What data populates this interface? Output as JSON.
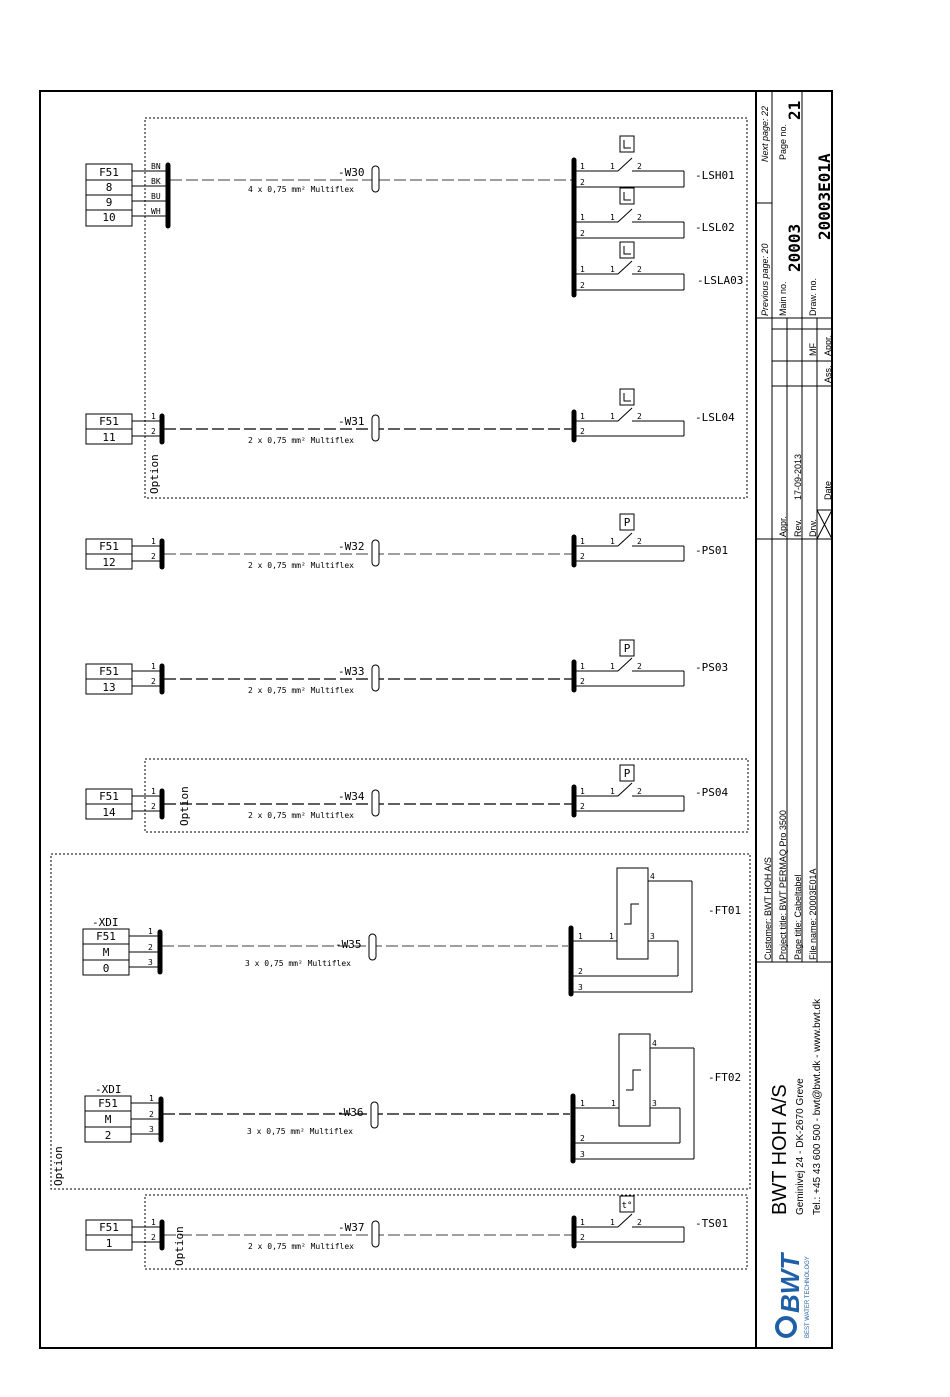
{
  "title_block": {
    "next_page": "Next page: 22",
    "page_no_label": "Page no.",
    "page_no": "21",
    "previous_page": "Previous page: 20",
    "main_no_label": "Main no.",
    "main_no": "20003",
    "draw_no_label": "Draw. no.",
    "draw_no": "20003E01A",
    "mf": "MF",
    "appr": "Appr.",
    "ass": "Ass.",
    "appr2": "Appr.",
    "date_value": "17-09-2013",
    "rev": "Rev.",
    "drw": "Drw.",
    "date_label": "Date",
    "customer": "Customer: BWT HOH A/S",
    "project_title": "Project title: BWT PERMAQ Pro 3500",
    "page_title": "Page title: Cabeltabel",
    "file_name": "File name: 20003E01A",
    "company": "BWT HOH A/S",
    "address": "Geminivej 24 - DK-2670 Greve",
    "contact": "Tel.: +45 43 600 500 - bwt@bwt.dk - www.bwt.dk",
    "logo_text": "BWT",
    "logo_tagline": "BEST WATER TECHNOLOGY"
  },
  "option_label": "Option",
  "circuits": [
    {
      "name": "w30",
      "terminal_lines": [
        "F51",
        "8",
        "9",
        "10"
      ],
      "cores": [
        "BN",
        "BK",
        "BU",
        "WH"
      ],
      "cable": "-W30",
      "spec": "4 x 0,75 mm² Multiflex",
      "devices": [
        {
          "label": "-LSH01",
          "sym": "L",
          "pins": [
            "1",
            "1",
            "2",
            "2"
          ]
        },
        {
          "label": "-LSL02",
          "sym": "L",
          "pins": [
            "1",
            "1",
            "2",
            "2"
          ]
        },
        {
          "label": "-LSLA03",
          "sym": "L",
          "pins": [
            "1",
            "1",
            "2",
            "2"
          ]
        }
      ]
    },
    {
      "name": "w31",
      "terminal_lines": [
        "F51",
        "11"
      ],
      "cores": [
        "1",
        "2"
      ],
      "cable": "-W31",
      "spec": "2 x 0,75 mm² Multiflex",
      "devices": [
        {
          "label": "-LSL04",
          "sym": "L",
          "pins": [
            "1",
            "1",
            "2",
            "2"
          ]
        }
      ]
    },
    {
      "name": "w32",
      "terminal_lines": [
        "F51",
        "12"
      ],
      "cores": [
        "1",
        "2"
      ],
      "cable": "-W32",
      "spec": "2 x 0,75 mm² Multiflex",
      "devices": [
        {
          "label": "-PS01",
          "sym": "P",
          "pins": [
            "1",
            "1",
            "2",
            "2"
          ]
        }
      ]
    },
    {
      "name": "w33",
      "terminal_lines": [
        "F51",
        "13"
      ],
      "cores": [
        "1",
        "2"
      ],
      "cable": "-W33",
      "spec": "2 x 0,75 mm² Multiflex",
      "devices": [
        {
          "label": "-PS03",
          "sym": "P",
          "pins": [
            "1",
            "1",
            "2",
            "2"
          ]
        }
      ]
    },
    {
      "name": "w34",
      "terminal_lines": [
        "F51",
        "14"
      ],
      "cores": [
        "1",
        "2"
      ],
      "cable": "-W34",
      "spec": "2 x 0,75 mm² Multiflex",
      "devices": [
        {
          "label": "-PS04",
          "sym": "P",
          "pins": [
            "1",
            "1",
            "2",
            "2"
          ]
        }
      ]
    },
    {
      "name": "w35",
      "xdi": "-XDI",
      "terminal_lines": [
        "F51",
        "M",
        "0"
      ],
      "cores": [
        "1",
        "2",
        "3"
      ],
      "cable": "-W35",
      "spec": "3 x 0,75 mm² Multiflex",
      "devices": [
        {
          "label": "-FT01",
          "pins": [
            "1",
            "2",
            "3",
            "1",
            "3",
            "4"
          ]
        }
      ]
    },
    {
      "name": "w36",
      "xdi": "-XDI",
      "terminal_lines": [
        "F51",
        "M",
        "2"
      ],
      "cores": [
        "1",
        "2",
        "3"
      ],
      "cable": "-W36",
      "spec": "3 x 0,75 mm² Multiflex",
      "devices": [
        {
          "label": "-FT02",
          "pins": [
            "1",
            "2",
            "3",
            "1",
            "3",
            "4"
          ]
        }
      ]
    },
    {
      "name": "w37",
      "terminal_lines": [
        "F51",
        "1"
      ],
      "cores": [
        "1",
        "2"
      ],
      "cable": "-W37",
      "spec": "2 x 0,75 mm² Multiflex",
      "devices": [
        {
          "label": "-TS01",
          "sym": "t°",
          "pins": [
            "1",
            "1",
            "2",
            "2"
          ]
        }
      ]
    }
  ]
}
